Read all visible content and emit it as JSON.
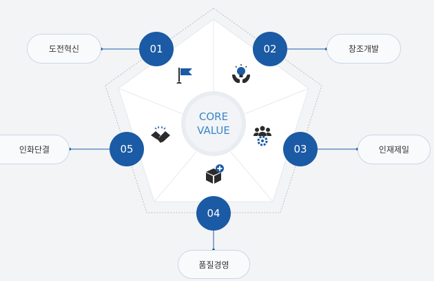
{
  "center": {
    "line1": "CORE",
    "line2": "VALUE"
  },
  "values": [
    {
      "num": "01",
      "label": "도전혁신",
      "icon": "flag-icon"
    },
    {
      "num": "02",
      "label": "창조개발",
      "icon": "lightbulb-hands-icon"
    },
    {
      "num": "03",
      "label": "인재제일",
      "icon": "team-gear-icon"
    },
    {
      "num": "04",
      "label": "품질경영",
      "icon": "box-plus-icon"
    },
    {
      "num": "05",
      "label": "인화단결",
      "icon": "handshake-icon"
    }
  ],
  "colors": {
    "accent": "#1b5aa5",
    "core_text": "#3a86c8",
    "icon": "#2b2b2b"
  }
}
